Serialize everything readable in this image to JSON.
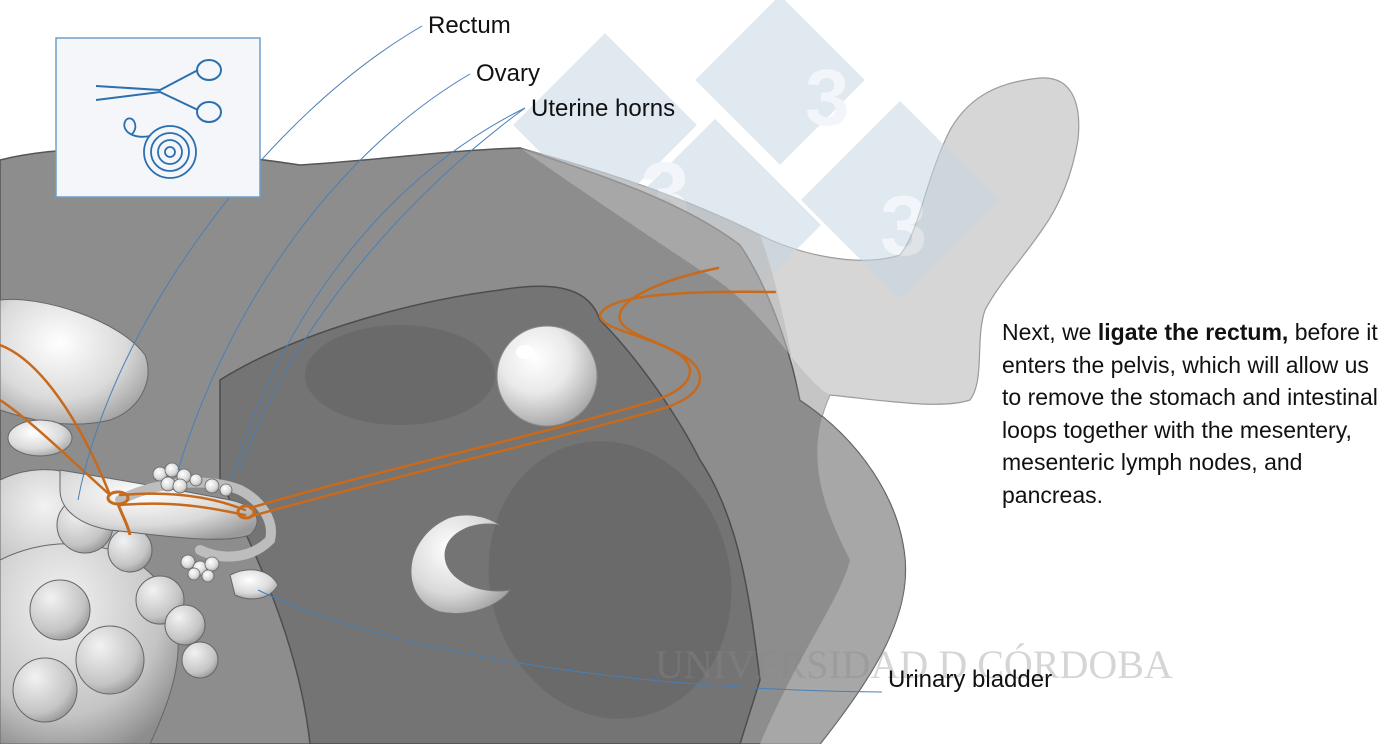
{
  "labels": {
    "rectum": "Rectum",
    "ovary": "Ovary",
    "uterine_horns": "Uterine horns",
    "urinary_bladder": "Urinary bladder"
  },
  "caption": {
    "part1": "Next, we ",
    "bold": "ligate the rectum,",
    "part2": " before it enters the pelvis, which will allow us to remove the stomach and intestinal loops together with the mesentery, mesenteric lymph nodes, and pancreas."
  },
  "watermark": {
    "logo_digit": "3",
    "university": "UNIVERSIDAD D CÓRDOBA"
  },
  "icons": {
    "inset": [
      "scissors-icon",
      "suture-thread-icon"
    ]
  },
  "colors": {
    "leader_line": "#4a7fb5",
    "ligature": "#c76a1c",
    "inset_border": "#6f9fcb",
    "icon_stroke": "#2b6fb0"
  }
}
